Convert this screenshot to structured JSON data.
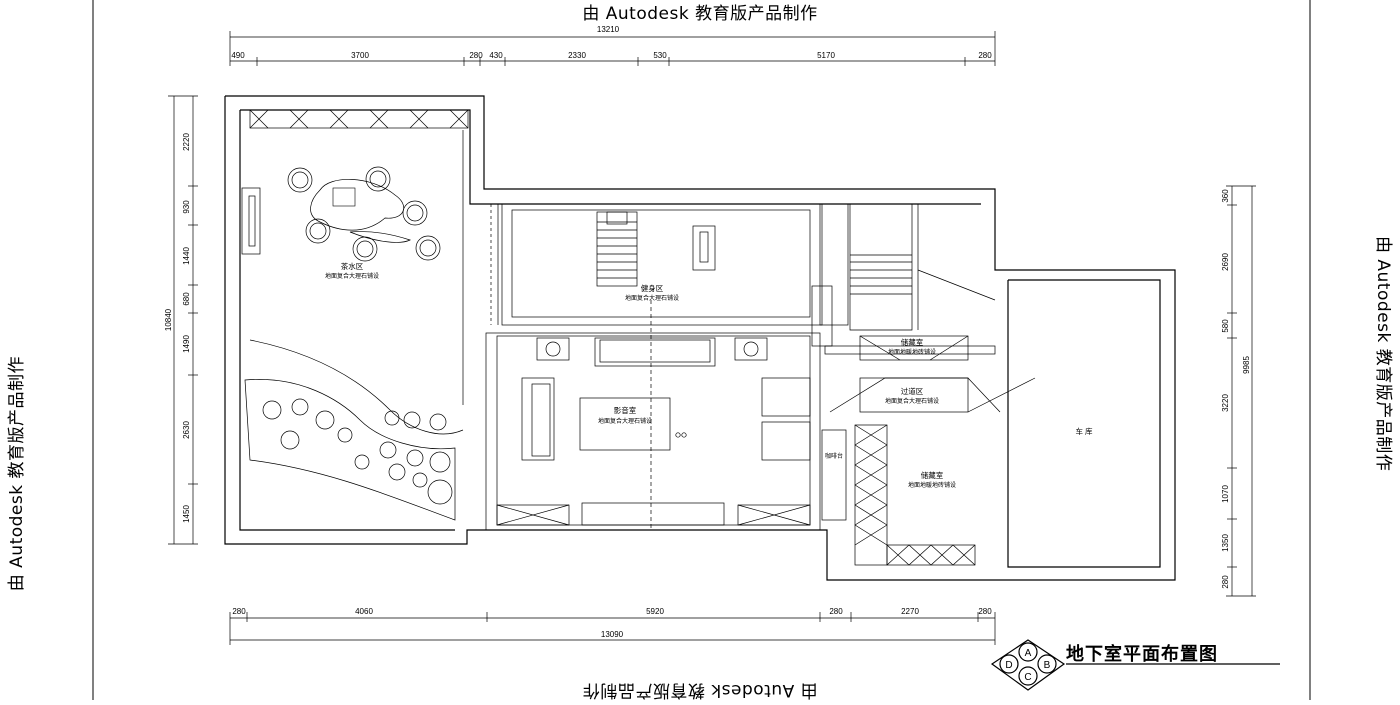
{
  "watermark": "由 Autodesk 教育版产品制作",
  "plan_title": "地下室平面布置图",
  "compass_letters": [
    "A",
    "B",
    "C",
    "D"
  ],
  "dimensions": {
    "top_total": "13210",
    "top_segments": [
      "490",
      "3700",
      "280",
      "430",
      "2330",
      "530",
      "5170",
      "280"
    ],
    "bottom_segments": [
      "280",
      "4060",
      "5920",
      "280",
      "2270",
      "280"
    ],
    "bottom_total": "13090",
    "left_segments": [
      "2220",
      "930",
      "1440",
      "680",
      "1490",
      "2630",
      "1450"
    ],
    "left_total": "10840",
    "right_segments": [
      "360",
      "2690",
      "580",
      "3220",
      "1070",
      "1350",
      "280"
    ],
    "right_total": "9985"
  },
  "rooms": {
    "tea_area": {
      "name": "茶水区",
      "floor": "地面复合大理石铺设"
    },
    "gym": {
      "name": "健身区",
      "floor": "地面复合大理石铺设"
    },
    "av_room": {
      "name": "影音室",
      "floor": "地面复合大理石铺设"
    },
    "storage_small": {
      "name": "储藏室",
      "floor": "地面地暖地砖铺设"
    },
    "corridor": {
      "name": "过道区",
      "floor": "地面复合大理石铺设"
    },
    "storage_large": {
      "name": "储藏室",
      "floor": "地面地暖地砖铺设"
    },
    "garage": {
      "name": "车  库"
    },
    "coffee_counter": "咖啡台"
  }
}
